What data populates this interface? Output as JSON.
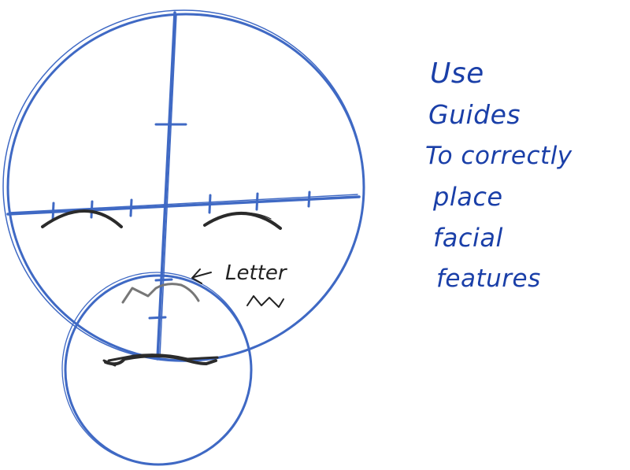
{
  "colors": {
    "guide": "#3f69c4",
    "feature": "#2b2b2b",
    "feature_light": "#777777",
    "note_text": "#1a3fa8",
    "label_text": "#222222"
  },
  "annotations": {
    "side_note_lines": [
      "Use",
      "Guides",
      "To correctly",
      "place",
      "facial",
      "features"
    ],
    "letter_label": "Letter"
  }
}
